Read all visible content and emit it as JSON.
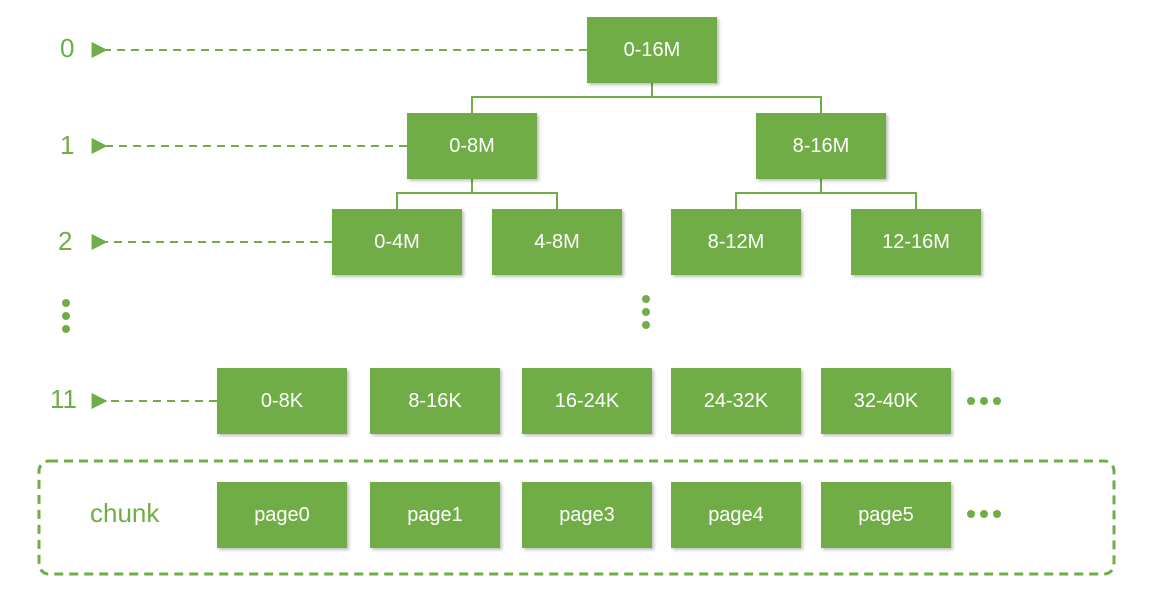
{
  "levels": {
    "l0": "0",
    "l1": "1",
    "l2": "2",
    "l11": "11"
  },
  "tree": {
    "root": "0-16M",
    "level1": [
      "0-8M",
      "8-16M"
    ],
    "level2": [
      "0-4M",
      "4-8M",
      "8-12M",
      "12-16M"
    ],
    "level11": [
      "0-8K",
      "8-16K",
      "16-24K",
      "24-32K",
      "32-40K"
    ]
  },
  "chunk": {
    "label": "chunk",
    "pages": [
      "page0",
      "page1",
      "page3",
      "page4",
      "page5"
    ]
  },
  "colors": {
    "node_fill": "#70ad47",
    "node_text": "#ffffff",
    "accent": "#70ad47"
  }
}
